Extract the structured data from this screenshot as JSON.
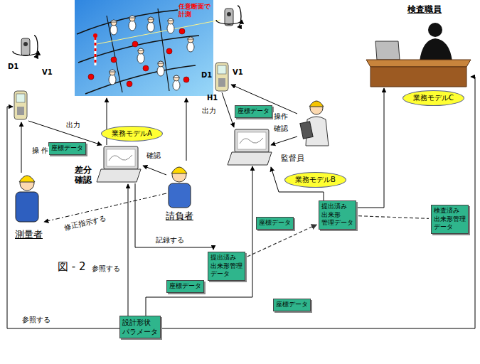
{
  "diagram": {
    "caption": "図 - 2",
    "nodes": [
      {
        "text": [
          "業務モデルC"
        ]
      },
      {
        "text": [
          "座標データ"
        ]
      },
      {
        "text": [
          "業務モデルA"
        ]
      },
      {
        "text": [
          "座標データ"
        ]
      },
      {
        "text": [
          "業務モデルB"
        ]
      },
      {
        "text": [
          "提出済み 出来形 管理データ"
        ]
      },
      {
        "text": [
          "検査済み 出来形管理 データ"
        ]
      },
      {
        "text": [
          "座標データ"
        ]
      },
      {
        "text": [
          "提出済み 出来形管理 データ"
        ]
      },
      {
        "text": [
          "座標データ"
        ]
      },
      {
        "text": [
          "座標データ"
        ]
      },
      {
        "text": [
          "設計形状 パラメータ"
        ]
      }
    ],
    "edges": [
      {
        "from": 8,
        "to": 5,
        "arrow": "to"
      },
      {
        "from": 5,
        "to": 6,
        "arrow": "none"
      }
    ],
    "labels": [
      "検査職員",
      "任意断面で計測",
      "D1",
      "V1",
      "D1",
      "V1",
      "H1",
      "出力",
      "操作",
      "出力",
      "確認",
      "操 作",
      "確認",
      "監督員",
      "差分確認",
      "請負者",
      "測量者",
      "修正指示する",
      "記録する",
      "参照する",
      "参照する"
    ]
  }
}
